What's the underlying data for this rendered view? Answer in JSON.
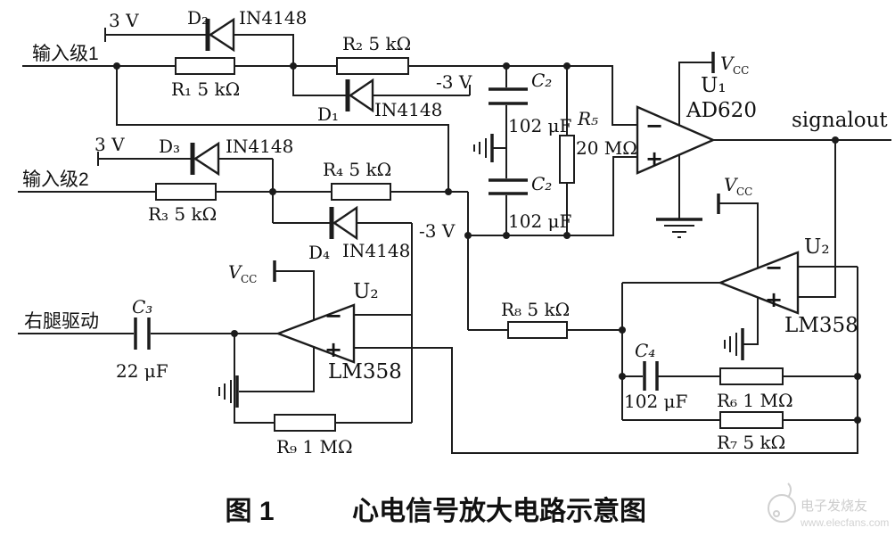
{
  "colors": {
    "line": "#1c1c1c",
    "background": "#ffffff",
    "watermark": "#c9c9c9"
  },
  "title": {
    "caption_prefix": "图 1",
    "caption_text": "心电信号放大电路示意图"
  },
  "ports": {
    "input1": "输入级1",
    "input2": "输入级2",
    "right_leg_drive": "右腿驱动",
    "signal_out": "signalout"
  },
  "supplies": {
    "plus_3v": "3 V",
    "minus_3v": "-3 V",
    "vcc_letter": "V",
    "vcc_subscript": "CC"
  },
  "opamps": {
    "u1_ref": "U₁",
    "u1_part": "AD620",
    "u2_right_ref": "U₂",
    "u2_right_part": "LM358",
    "u2_left_ref": "U₂",
    "u2_left_part": "LM358",
    "minus_sign": "−",
    "plus_sign": "+"
  },
  "resistors": {
    "r1": "R₁ 5 kΩ",
    "r2": "R₂ 5 kΩ",
    "r3": "R₃ 5 kΩ",
    "r4": "R₄ 5 kΩ",
    "r5_ref": "R₅",
    "r5_value": "20 MΩ",
    "r6": "R₆ 1 MΩ",
    "r7": "R₇ 5 kΩ",
    "r8": "R₈ 5 kΩ",
    "r9": "R₉ 1 MΩ"
  },
  "capacitors": {
    "c2_ref": "C₂",
    "c2_value": "102 μF",
    "c3_ref": "C₃",
    "c3_value": "22 μF",
    "c4_ref": "C₄",
    "c4_value": "102 μF"
  },
  "diodes": {
    "d1": "D₁",
    "d2": "D₂",
    "d3": "D₃",
    "d4": "D₄",
    "part_number": "IN4148"
  },
  "watermark": {
    "brand": "电子发烧友",
    "url": "www.elecfans.com"
  }
}
